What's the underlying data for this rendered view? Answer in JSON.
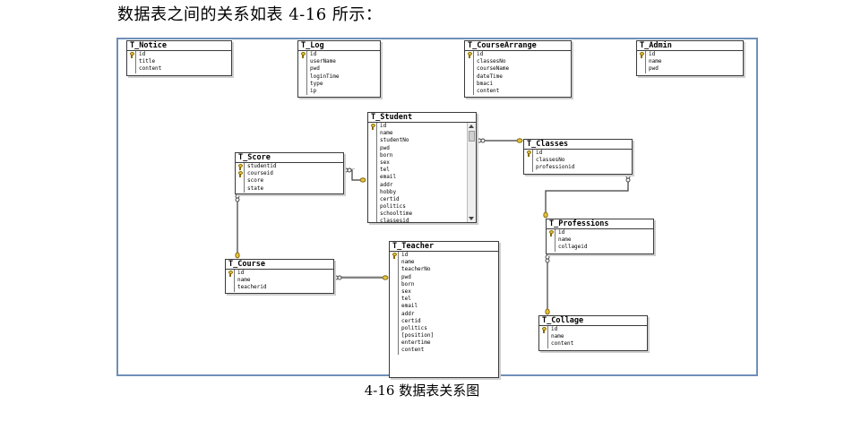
{
  "heading": "数据表之间的关系如表 4-16 所示：",
  "caption": "4-16 数据表关系图",
  "colors": {
    "frame": "#6f8fb8",
    "key": "#e5c33b",
    "relation": "#3a3a3a"
  },
  "tables": {
    "notice": {
      "name": "T_Notice",
      "columns": [
        "id",
        "title",
        "content"
      ],
      "keys": [
        0
      ]
    },
    "log": {
      "name": "T_Log",
      "columns": [
        "id",
        "userName",
        "pwd",
        "loginTime",
        "type",
        "ip"
      ],
      "keys": [
        0
      ]
    },
    "course_arrange": {
      "name": "T_CourseArrange",
      "columns": [
        "id",
        "classesNo",
        "courseName",
        "dateTime",
        "bmaci",
        "content"
      ],
      "keys": [
        0
      ]
    },
    "admin": {
      "name": "T_Admin",
      "columns": [
        "id",
        "name",
        "pwd"
      ],
      "keys": [
        0
      ]
    },
    "student": {
      "name": "T_Student",
      "columns": [
        "id",
        "name",
        "studentNo",
        "pwd",
        "born",
        "sex",
        "tel",
        "email",
        "addr",
        "hobby",
        "certid",
        "politics",
        "schooltime",
        "classesid"
      ],
      "keys": [
        0
      ]
    },
    "classes": {
      "name": "T_Classes",
      "columns": [
        "id",
        "classesNo",
        "professionid"
      ],
      "keys": [
        0
      ]
    },
    "score": {
      "name": "T_Score",
      "columns": [
        "studentid",
        "courseid",
        "score",
        "state"
      ],
      "keys": [
        0,
        1
      ]
    },
    "professions": {
      "name": "T_Professions",
      "columns": [
        "id",
        "name",
        "collageid"
      ],
      "keys": [
        0
      ]
    },
    "course": {
      "name": "T_Course",
      "columns": [
        "id",
        "name",
        "teacherid"
      ],
      "keys": [
        0
      ]
    },
    "teacher": {
      "name": "T_Teacher",
      "columns": [
        "id",
        "name",
        "teacherNo",
        "pwd",
        "born",
        "sex",
        "tel",
        "email",
        "addr",
        "certid",
        "politics",
        "[position]",
        "entertime",
        "content"
      ],
      "keys": [
        0
      ]
    },
    "collage": {
      "name": "T_Collage",
      "columns": [
        "id",
        "name",
        "content"
      ],
      "keys": [
        0
      ]
    }
  }
}
